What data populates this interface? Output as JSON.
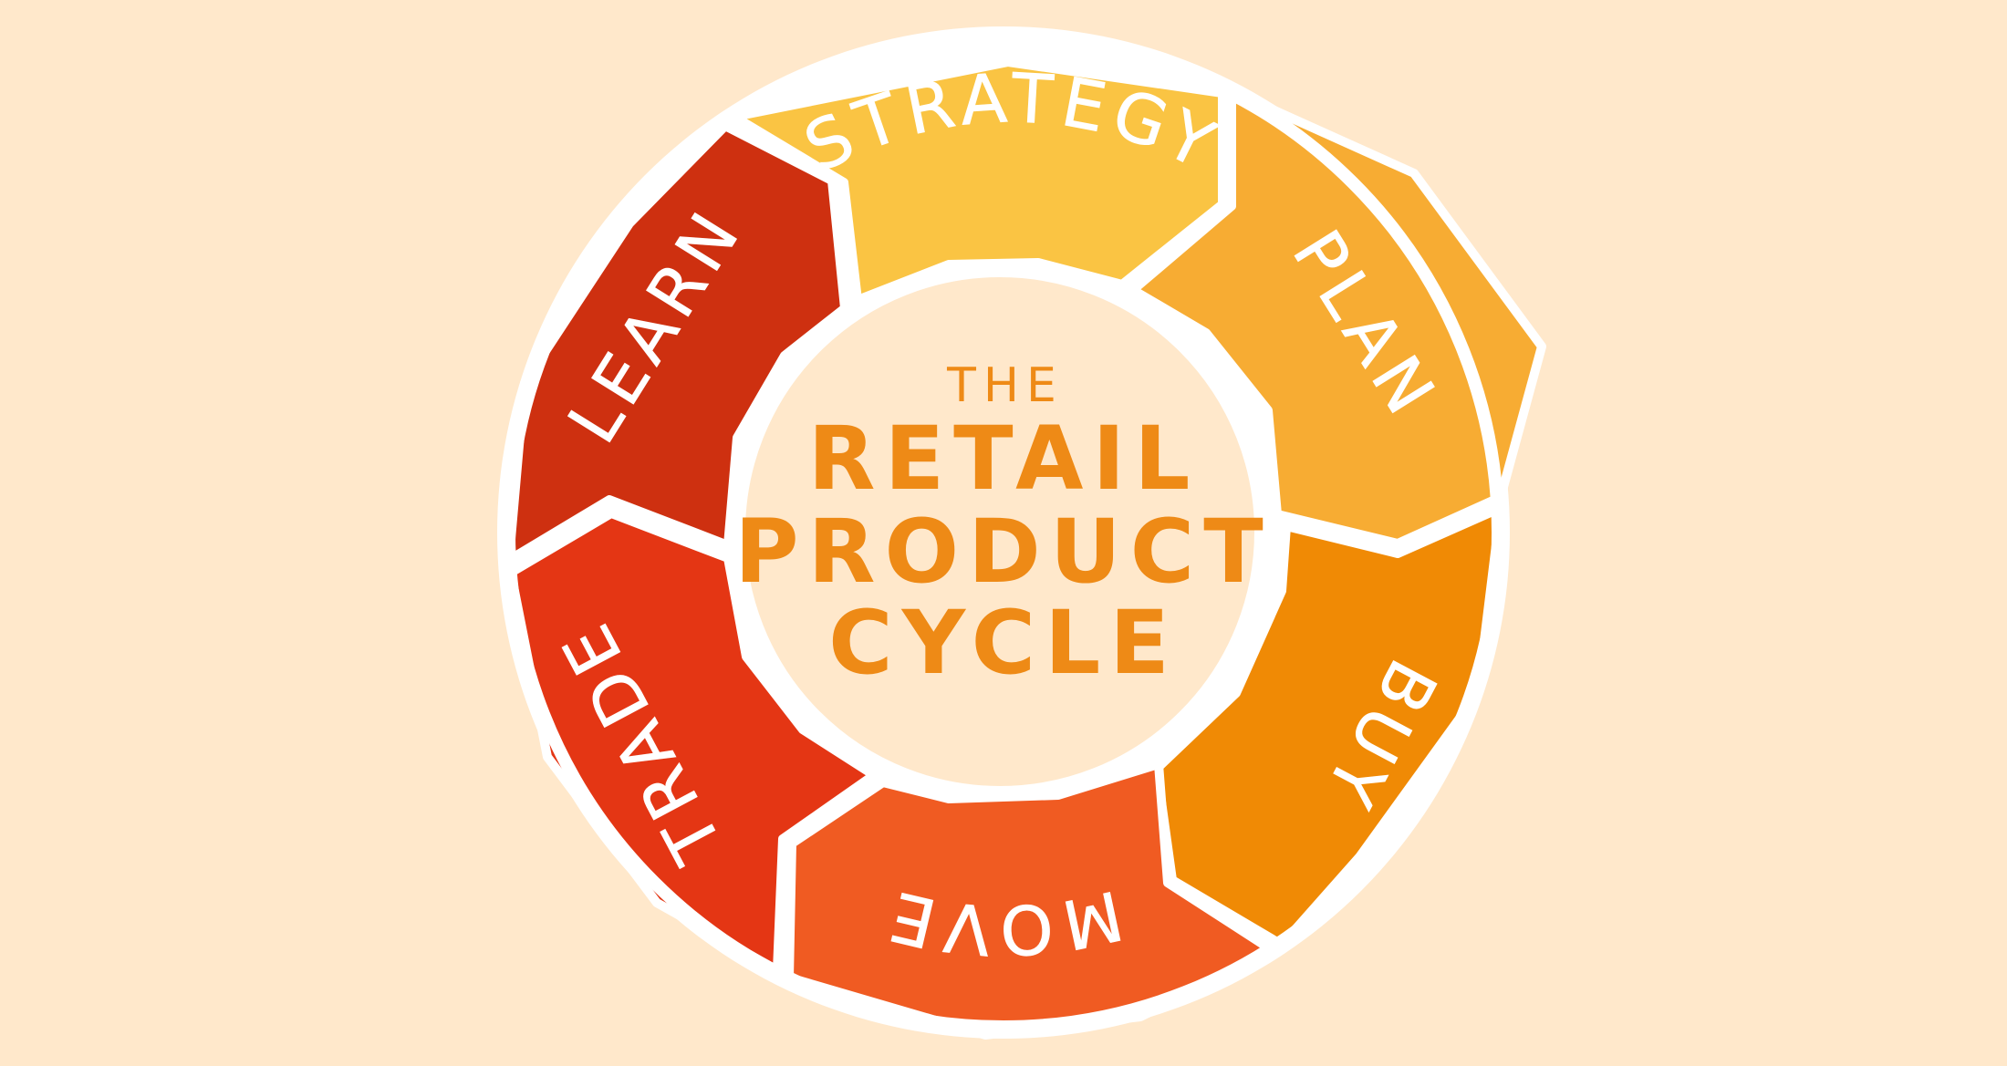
{
  "diagram": {
    "center": {
      "line1": "THE",
      "line2": "RETAIL",
      "line3": "PRODUCT",
      "line4": "CYCLE"
    },
    "segments": [
      {
        "id": "strategy",
        "label": "STRATEGY",
        "color": "#FAC443"
      },
      {
        "id": "plan",
        "label": "PLAN",
        "color": "#F7AC33"
      },
      {
        "id": "buy",
        "label": "BUY",
        "color": "#F08A05"
      },
      {
        "id": "move",
        "label": "MOVE",
        "color": "#F05B22"
      },
      {
        "id": "trade",
        "label": "TRADE",
        "color": "#E43614"
      },
      {
        "id": "learn",
        "label": "LEARN",
        "color": "#CE3010"
      }
    ],
    "colors": {
      "background": "#FFE8CB",
      "center_fill": "#FFE8CB",
      "center_text": "#EE8A16",
      "outline": "#FFFFFF"
    }
  }
}
